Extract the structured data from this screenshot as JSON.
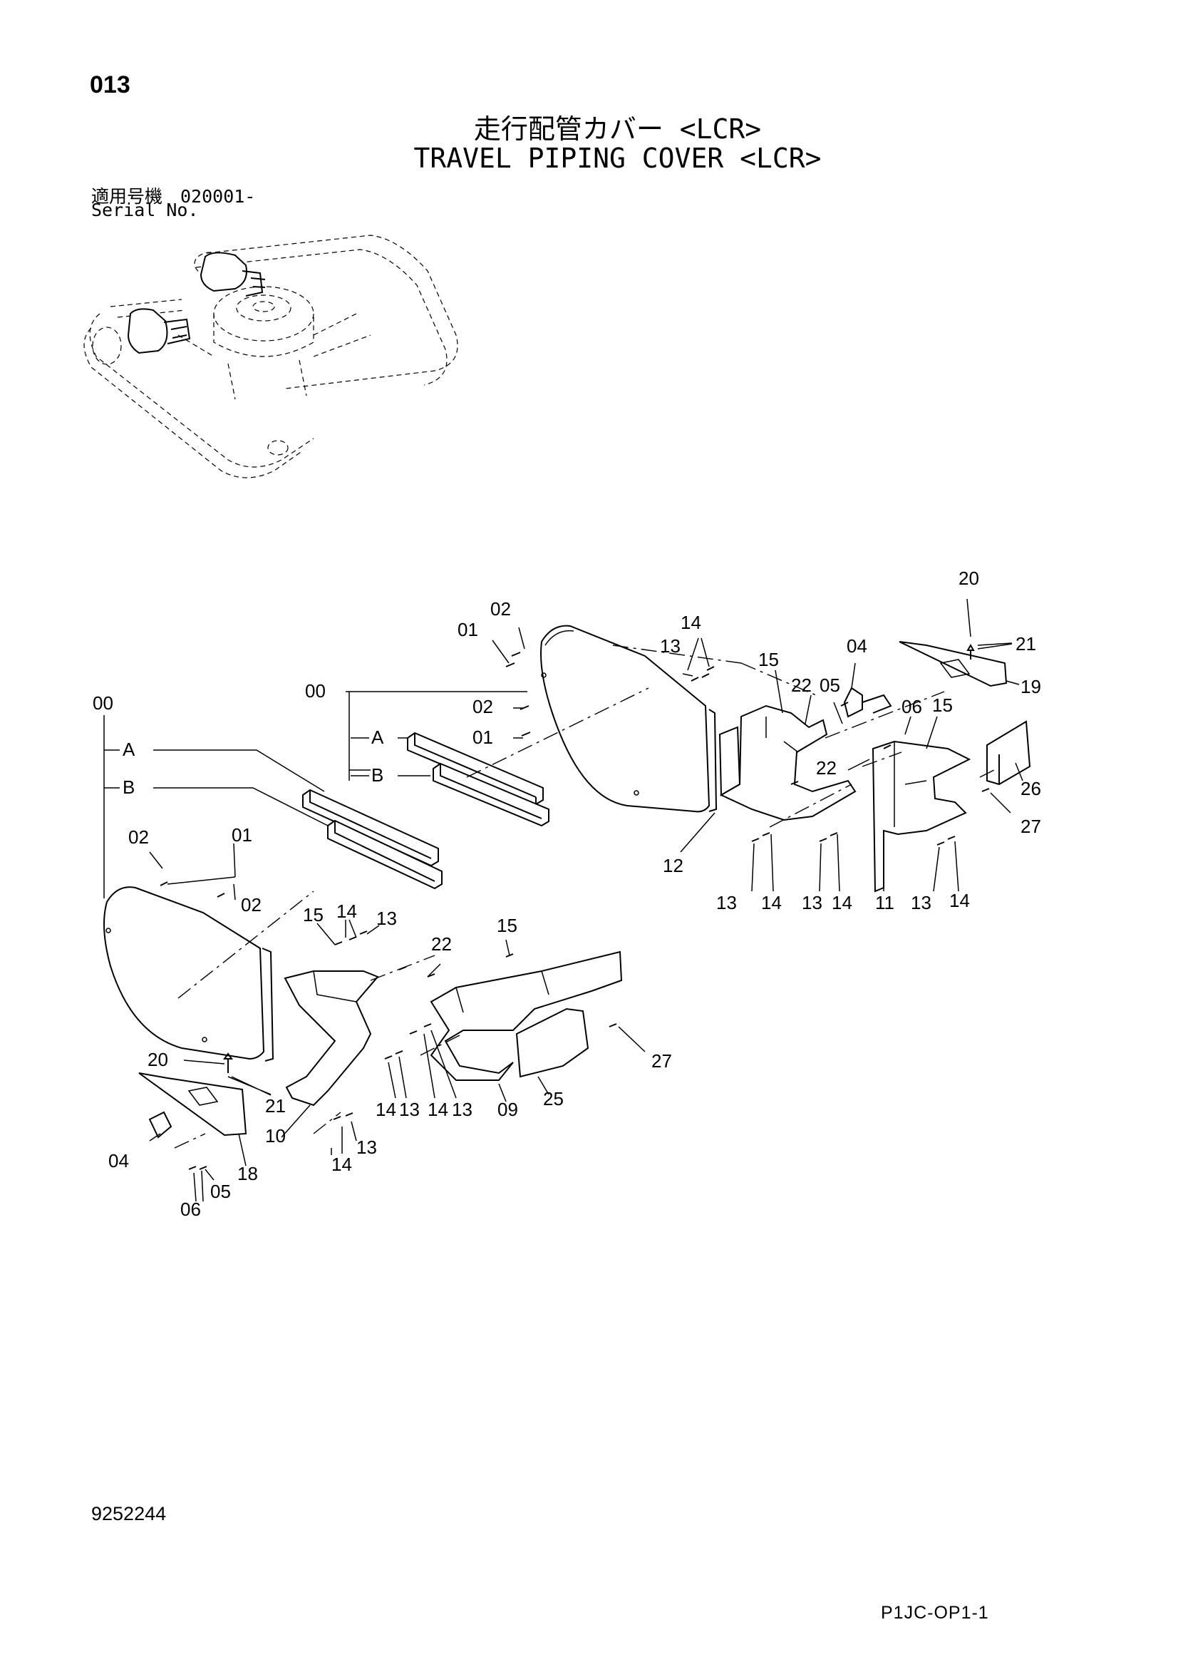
{
  "header": {
    "page_number": "013",
    "title_jp": "走行配管カバー <LCR>",
    "title_en": "TRAVEL PIPING COVER <LCR>",
    "serial_jp": "適用号機　020001-",
    "serial_en": "Serial No."
  },
  "footer": {
    "doc_code": "9252244",
    "page_code": "P1JC-OP1-1"
  },
  "callouts": {
    "upper_00": "00",
    "upper_A": "A",
    "upper_B": "B",
    "upper_01a": "01",
    "upper_02a": "02",
    "upper_02b": "02",
    "upper_01b": "01",
    "upper_14a": "14",
    "upper_13a": "13",
    "upper_15a": "15",
    "upper_04": "04",
    "upper_22a": "22",
    "upper_05": "05",
    "upper_06": "06",
    "upper_15b": "15",
    "upper_22b": "22",
    "upper_20": "20",
    "upper_21": "21",
    "upper_19": "19",
    "upper_26": "26",
    "upper_27": "27",
    "upper_12": "12",
    "upper_13b": "13",
    "upper_14b": "14",
    "upper_13c": "13",
    "upper_14c": "14",
    "upper_11": "11",
    "upper_13d": "13",
    "upper_14d": "14",
    "lower_00": "00",
    "lower_A": "A",
    "lower_B": "B",
    "lower_02a": "02",
    "lower_01": "01",
    "lower_02b": "02",
    "lower_15a": "15",
    "lower_14a": "14",
    "lower_13a": "13",
    "lower_22": "22",
    "lower_15b": "15",
    "lower_20": "20",
    "lower_21": "21",
    "lower_18": "18",
    "lower_04": "04",
    "lower_05": "05",
    "lower_06": "06",
    "lower_10": "10",
    "lower_14b": "14",
    "lower_13b": "13",
    "lower_14c": "14",
    "lower_13c": "13",
    "lower_14d": "14",
    "lower_13d": "13",
    "lower_09": "09",
    "lower_25": "25",
    "lower_27": "27"
  }
}
